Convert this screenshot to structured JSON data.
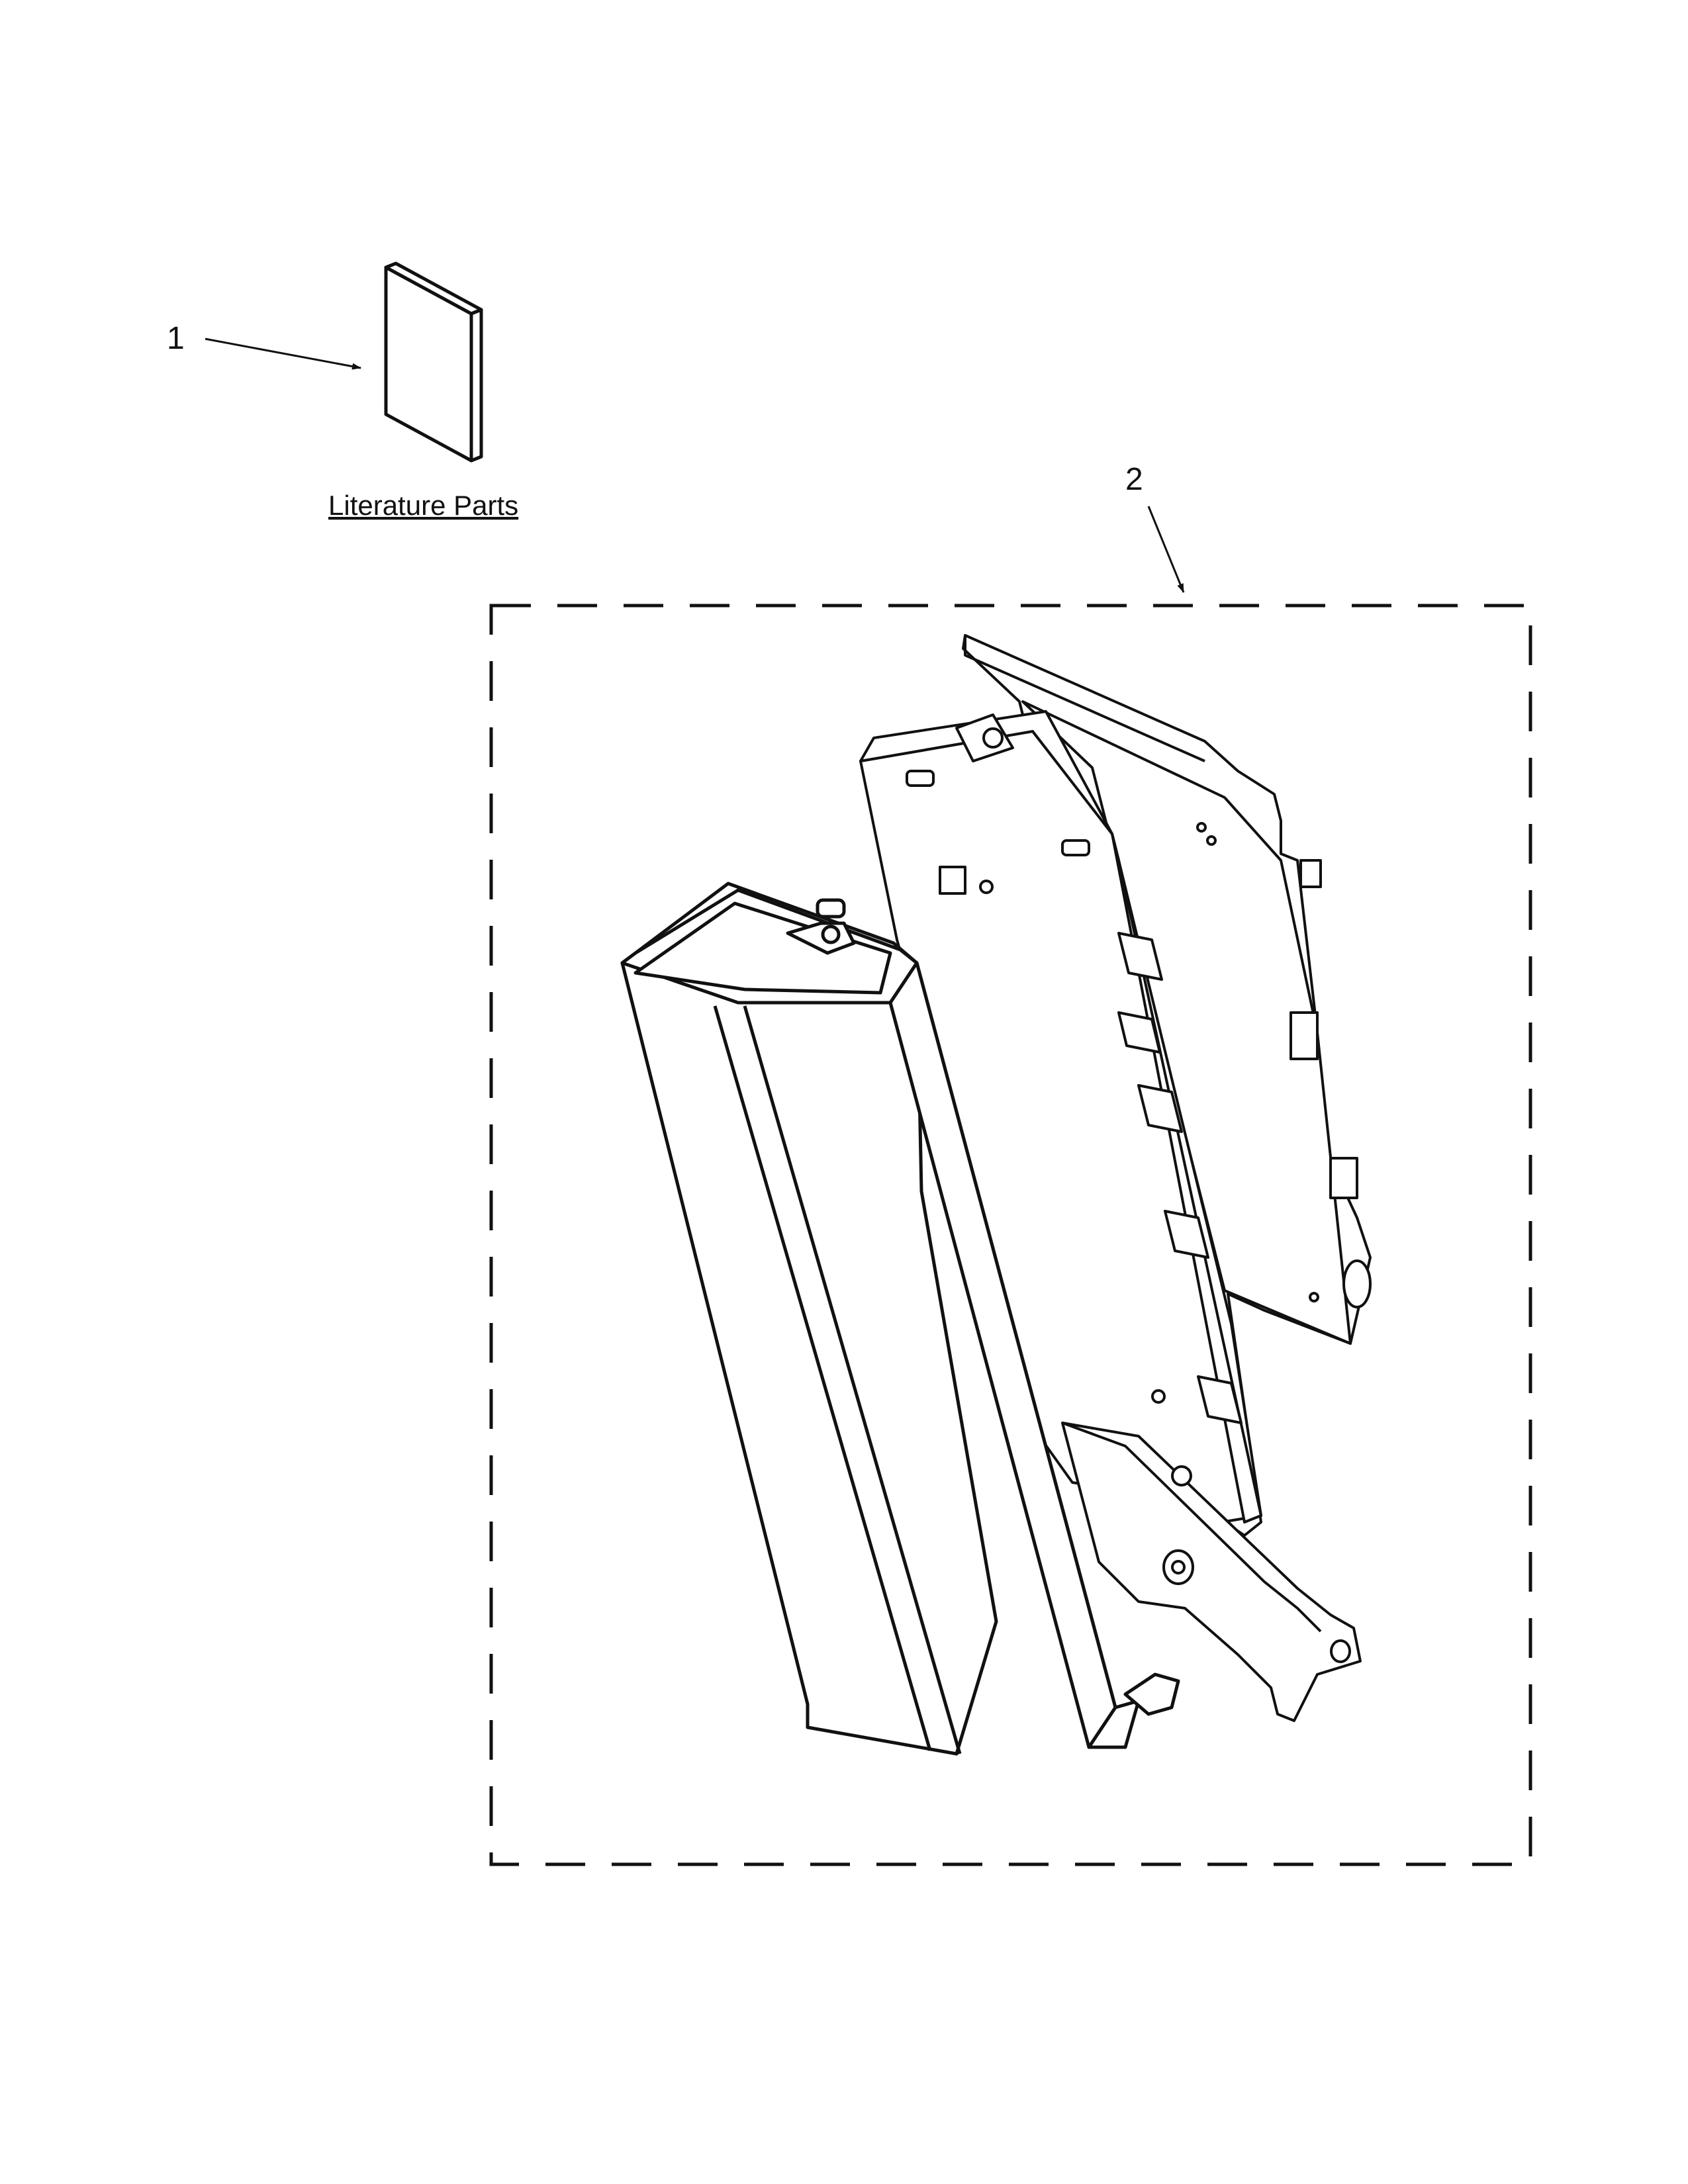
{
  "callouts": [
    {
      "number": "1"
    },
    {
      "number": "2"
    }
  ],
  "caption": "Literature Parts",
  "colors": {
    "line": "#111111",
    "background": "#ffffff"
  }
}
